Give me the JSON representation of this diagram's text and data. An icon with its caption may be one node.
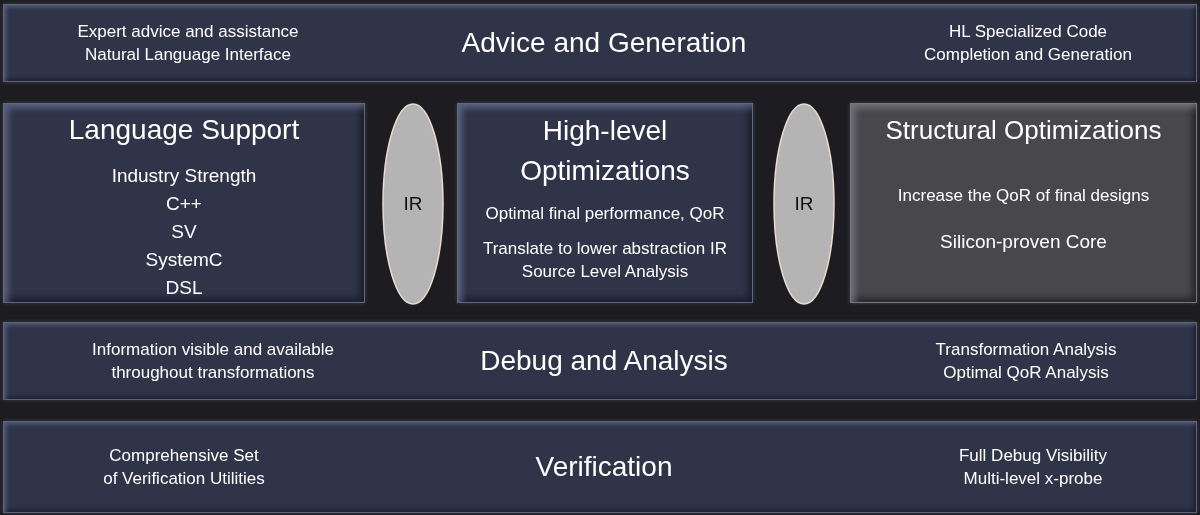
{
  "diagram": {
    "nodes": [
      {
        "text": [
          "Expert advice and assistance",
          "Natural Language Interface",
          "Advice and Generation",
          "HL Specialized Code Completion and Generation"
        ]
      },
      {
        "text": [
          "Language Support",
          "Industry Strength",
          "C++",
          "SV",
          "SystemC",
          "DSL"
        ]
      },
      {
        "text": [
          "IR"
        ]
      },
      {
        "text": [
          "High-level Optimizations",
          "Optimal final performance, QoR",
          "Translate to lower abstraction IR",
          "Source Level Analysis"
        ]
      },
      {
        "text": [
          "IR"
        ]
      },
      {
        "text": [
          "Structural Optimizations",
          "Increase the QoR of final designs",
          "Silicon-proven Core"
        ]
      },
      {
        "text": [
          "Information visible and available throughout transformations",
          "Debug and Analysis",
          "Transformation Analysis",
          "Optimal QoR Analysis"
        ]
      },
      {
        "text": [
          "Comprehensive Set of Verification Utilities",
          "Verification",
          "Full Debug Visibility",
          "Multi-level x-probe"
        ]
      }
    ]
  }
}
